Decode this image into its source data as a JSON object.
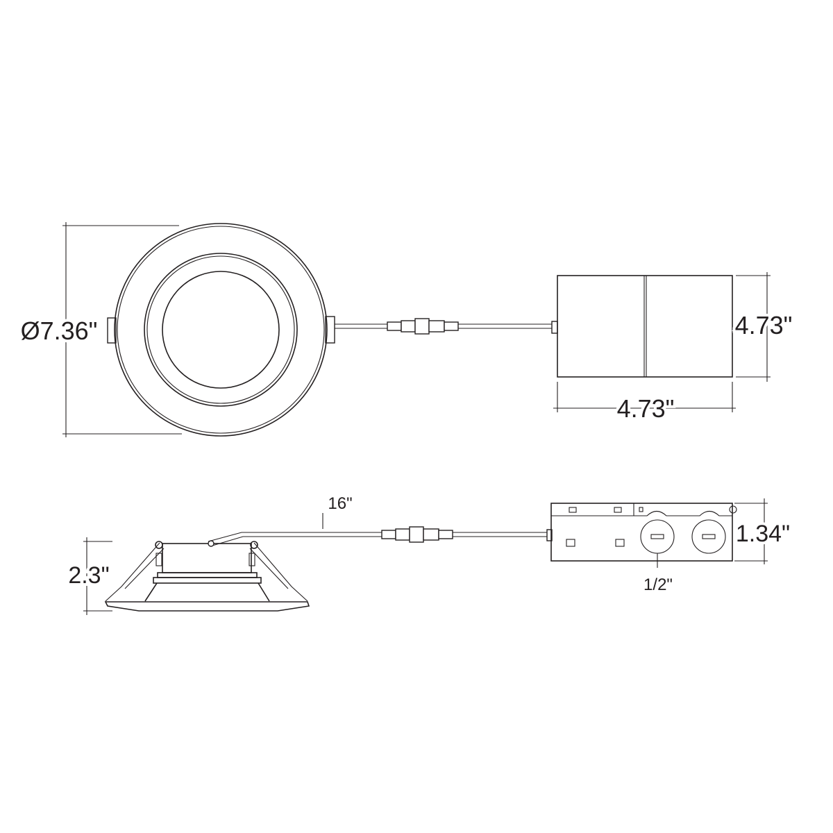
{
  "top_view": {
    "fixture_diameter_label": "Ø7.36\"",
    "box_height_label": "4.73\"",
    "box_width_label": "4.73\""
  },
  "side_view": {
    "fixture_height_label": "2.3\"",
    "cable_length_label": "16\"",
    "box_depth_label": "1.34\"",
    "knockout_label": "1/2\""
  },
  "colors": {
    "line": "#231f20",
    "background": "#ffffff"
  }
}
